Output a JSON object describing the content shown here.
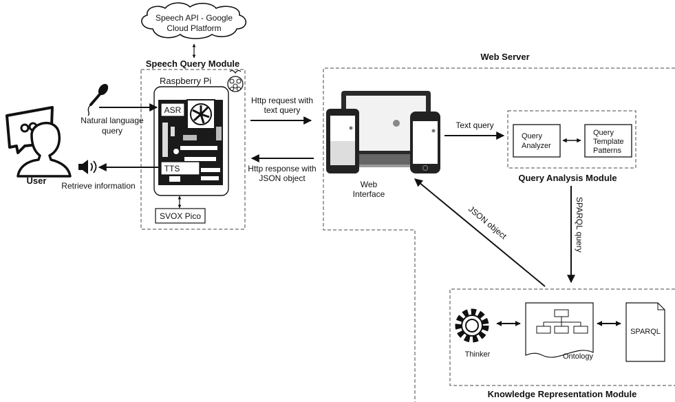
{
  "cloud": {
    "line1": "Speech API - Google",
    "line2": "Cloud Platform"
  },
  "speech_module": {
    "title": "Speech Query Module",
    "raspberry": "Raspberry Pi",
    "asr": "ASR",
    "tts": "TTS",
    "svox": "SVOX Pico"
  },
  "user": {
    "label": "User",
    "query_line1": "Natural language",
    "query_line2": "query",
    "retrieve": "Retrieve information"
  },
  "http": {
    "request_line1": "Http request with",
    "request_line2": "text query",
    "response_line1": "Http response with",
    "response_line2": "JSON object"
  },
  "web_server": {
    "title": "Web Server",
    "interface_line1": "Web",
    "interface_line2": "Interface",
    "text_query": "Text query"
  },
  "query_analysis": {
    "title": "Query Analysis Module",
    "analyzer_line1": "Query",
    "analyzer_line2": "Analyzer",
    "template_line1": "Query",
    "template_line2": "Template",
    "template_line3": "Patterns"
  },
  "links": {
    "sparql_query": "SPARQL query",
    "json_object": "JSON object"
  },
  "knowledge": {
    "title": "Knowledge Representation Module",
    "thinker": "Thinker",
    "ontology": "Ontology",
    "sparql": "SPARQL"
  }
}
